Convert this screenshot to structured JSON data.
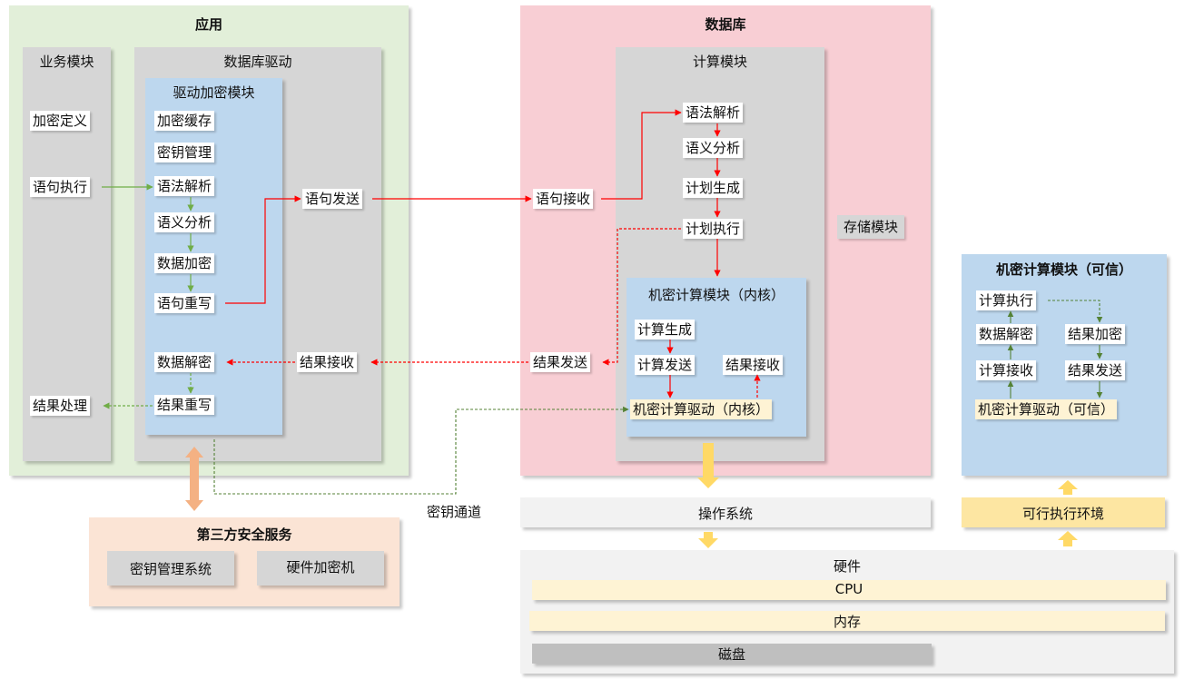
{
  "app": {
    "title": "应用",
    "business": {
      "title": "业务模块",
      "items": [
        "加密定义",
        "语句执行",
        "结果处理"
      ]
    },
    "driver": {
      "title": "数据库驱动",
      "statement_send": "语句发送",
      "result_receive": "结果接收",
      "encrypt_module": {
        "title": "驱动加密模块",
        "items": [
          "加密缓存",
          "密钥管理",
          "语法解析",
          "语义分析",
          "数据加密",
          "语句重写",
          "数据解密",
          "结果重写"
        ]
      }
    }
  },
  "database": {
    "title": "数据库",
    "statement_receive": "语句接收",
    "result_send": "结果发送",
    "storage": "存储模块",
    "compute": {
      "title": "计算模块",
      "items": [
        "语法解析",
        "语义分析",
        "计划生成",
        "计划执行"
      ],
      "kernel": {
        "title": "机密计算模块（内核）",
        "items": [
          "计算生成",
          "计算发送",
          "结果接收",
          "机密计算驱动（内核）"
        ]
      }
    }
  },
  "trusted": {
    "title": "机密计算模块（可信）",
    "items": [
      "计算执行",
      "数据解密",
      "计算接收",
      "结果加密",
      "结果发送",
      "机密计算驱动（可信）"
    ]
  },
  "os": "操作系统",
  "tee": "可行执行环境",
  "key_channel": "密钥通道",
  "hardware": {
    "title": "硬件",
    "cpu": "CPU",
    "memory": "内存",
    "disk": "磁盘"
  },
  "third_party": {
    "title": "第三方安全服务",
    "kms": "密钥管理系统",
    "hsm": "硬件加密机"
  },
  "colors": {
    "app_bg": "#e2efd9",
    "db_bg": "#f8ced4",
    "gray_panel": "#d6d6d6",
    "blue_panel": "#bdd7ee",
    "yellow": "#fde6a2",
    "light_yellow": "#fef3d4",
    "orange_bg": "#fbe4d5",
    "orange_arrow": "#f4b183",
    "red": "#ff0000",
    "green": "#70ad47",
    "dark_green": "#548235"
  }
}
